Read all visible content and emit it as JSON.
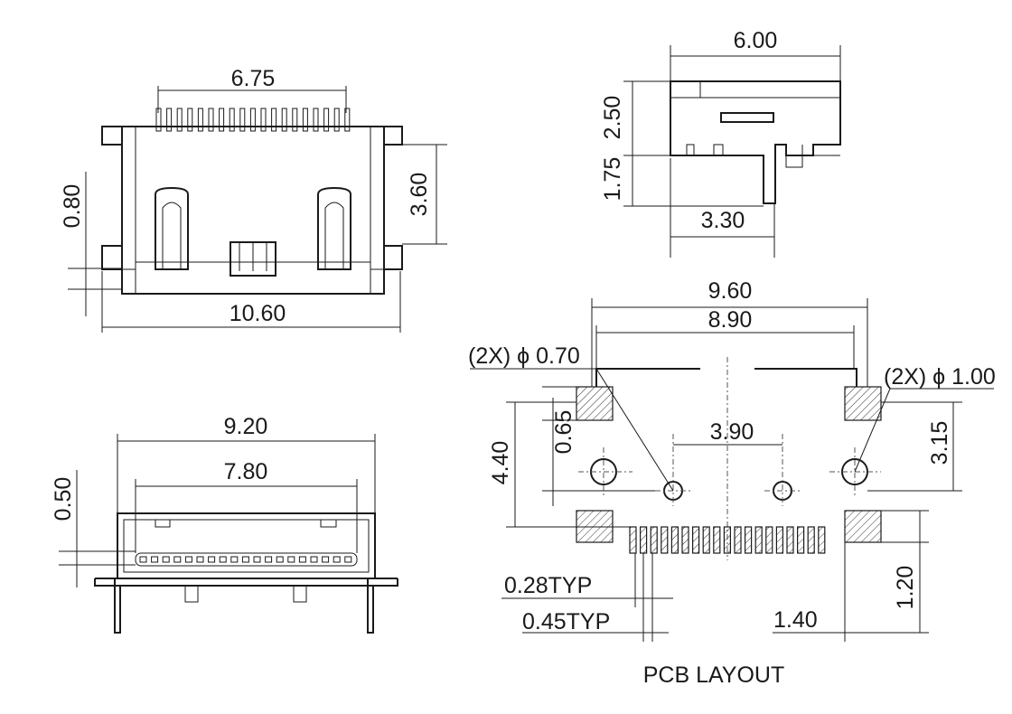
{
  "top_view": {
    "width_pins": "6.75",
    "height_latch": "3.60",
    "flange": "0.80",
    "overall_width": "10.60"
  },
  "side_view": {
    "depth": "6.00",
    "height_upper": "2.50",
    "height_lower": "1.75",
    "leg_offset": "3.30"
  },
  "front_view": {
    "outer_width": "9.20",
    "inner_width": "7.80",
    "thickness": "0.50"
  },
  "pcb_layout": {
    "title": "PCB LAYOUT",
    "outer_pad_span": "9.60",
    "outline_span": "8.90",
    "small_hole": "(2X) ϕ 0.70",
    "large_hole": "(2X) ϕ 1.00",
    "pad_height": "0.65",
    "pad_span_vertical": "4.40",
    "small_hole_spacing": "3.90",
    "hole_to_pad": "3.15",
    "finger_width": "0.28TYP",
    "finger_pitch": "0.45TYP",
    "pad_offset": "1.40",
    "pad_depth": "1.20"
  }
}
